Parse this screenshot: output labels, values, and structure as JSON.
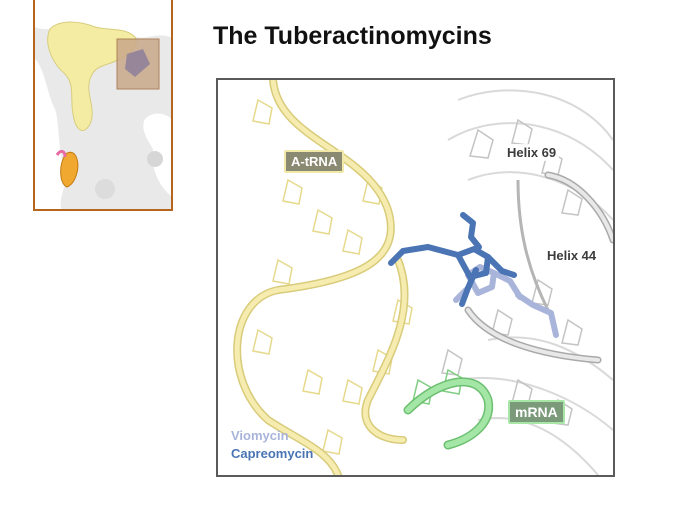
{
  "slide": {
    "title": "The Tuberactinomycins"
  },
  "labels": {
    "a_trna": "A-tRNA",
    "helix69": "Helix 69",
    "helix44": "Helix 44",
    "mrna": "mRNA",
    "viomycin": "Viomycin",
    "capreomycin": "Capreomycin"
  },
  "colors": {
    "trna": "#f3e7a6",
    "mrna": "#9ee0a0",
    "rrna": "#c8c8c8",
    "viomycin": "#a9b4da",
    "capreomycin": "#4a74b4",
    "inset_border": "#b5651d",
    "panel_border": "#5a5a5a"
  }
}
